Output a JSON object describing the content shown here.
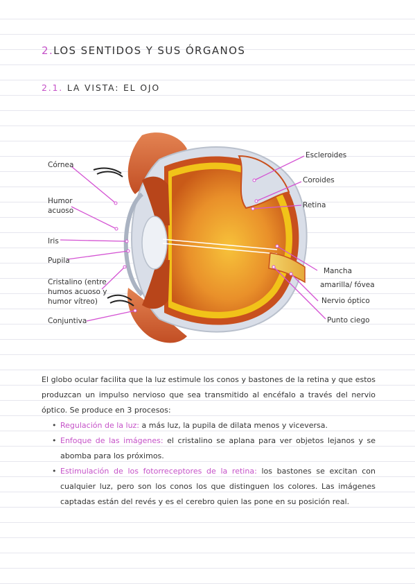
{
  "section": {
    "number": "2.",
    "title": "LOS SENTIDOS Y SUS ÓRGANOS"
  },
  "subsection": {
    "number": "2.1.",
    "title": "LA VISTA: EL OJO"
  },
  "figure": {
    "labels": {
      "cornea": "Córnea",
      "humor_acuoso_1": "Humor",
      "humor_acuoso_2": "acuoso",
      "iris": "Iris",
      "pupila": "Pupila",
      "cristalino_1": "Cristalino (entre",
      "cristalino_2": "humos acuoso y",
      "cristalino_3": "humor vítreo)",
      "conjuntiva": "Conjuntiva",
      "escleroides": "Escleroides",
      "coroides": "Coroides",
      "retina": "Retina",
      "mancha_1": "Mancha",
      "mancha_2": "amarilla/ fóvea",
      "nervio": "Nervio óptico",
      "punto": "Punto ciego"
    },
    "colors": {
      "leader": "#d453d3",
      "sclera": "#cfd6e0",
      "retina": "#f1c319",
      "vitreous": "#e08a25",
      "skin": "#d86b3c"
    }
  },
  "paragraph": "El globo ocular facilita que la luz estimule los conos y bastones de la retina y que estos produzcan un impulso nervioso que sea transmitido al encéfalo a través del nervio óptico. Se produce en 3 procesos:",
  "bullets": [
    {
      "term": "Regulación de la luz:",
      "text": " a más luz, la pupila de dilata menos y viceversa."
    },
    {
      "term": "Enfoque de las imágenes:",
      "text": " el cristalino se aplana para ver objetos lejanos y se abomba para los próximos."
    },
    {
      "term": "Estimulación de los fotorreceptores de la retina:",
      "text": " los bastones se excitan con cualquier luz, pero son los conos los que distinguen los colores. Las imágenes captadas están del revés y es el cerebro quien las pone en su posición real."
    }
  ]
}
